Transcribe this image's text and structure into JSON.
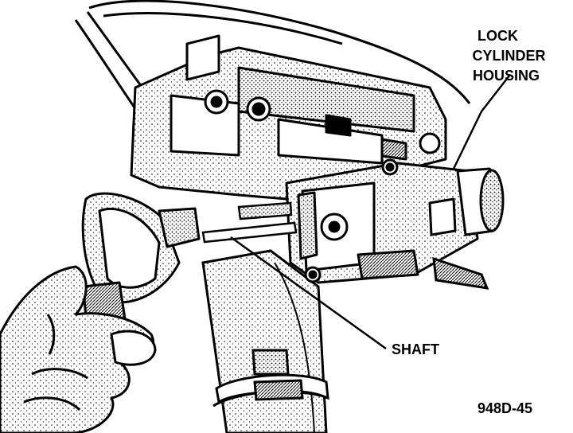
{
  "labels": {
    "lock_cylinder_housing": [
      "LOCK",
      "CYLINDER",
      "HOUSING"
    ],
    "shaft": "SHAFT"
  },
  "figure_id": "948D-45",
  "colors": {
    "ink": "#000000",
    "paper": "#ffffff",
    "shade": "#bdbdbd"
  }
}
